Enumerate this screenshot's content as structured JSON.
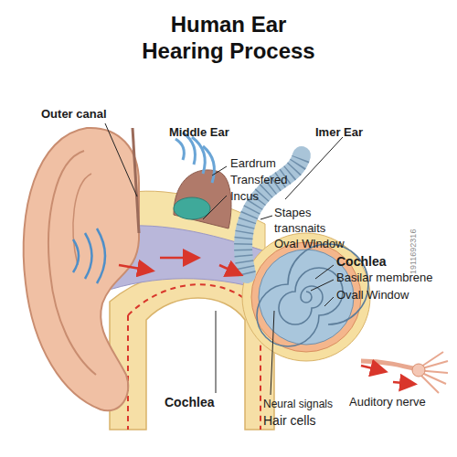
{
  "diagram": {
    "title": "Human Ear Hearing Process",
    "labels": [
      "Outer canal",
      "Middle Ear",
      "Imer Ear",
      "Eardrum",
      "Transfered",
      "Incus",
      "Stapes",
      "transnaits",
      "Oval Wlndow",
      "Cochlea",
      "Basilar membrene",
      "Ovall Window",
      "Cochlea",
      "Neural signals",
      "Hair cells",
      "Auditory nerve",
      "1911692316"
    ]
  }
}
